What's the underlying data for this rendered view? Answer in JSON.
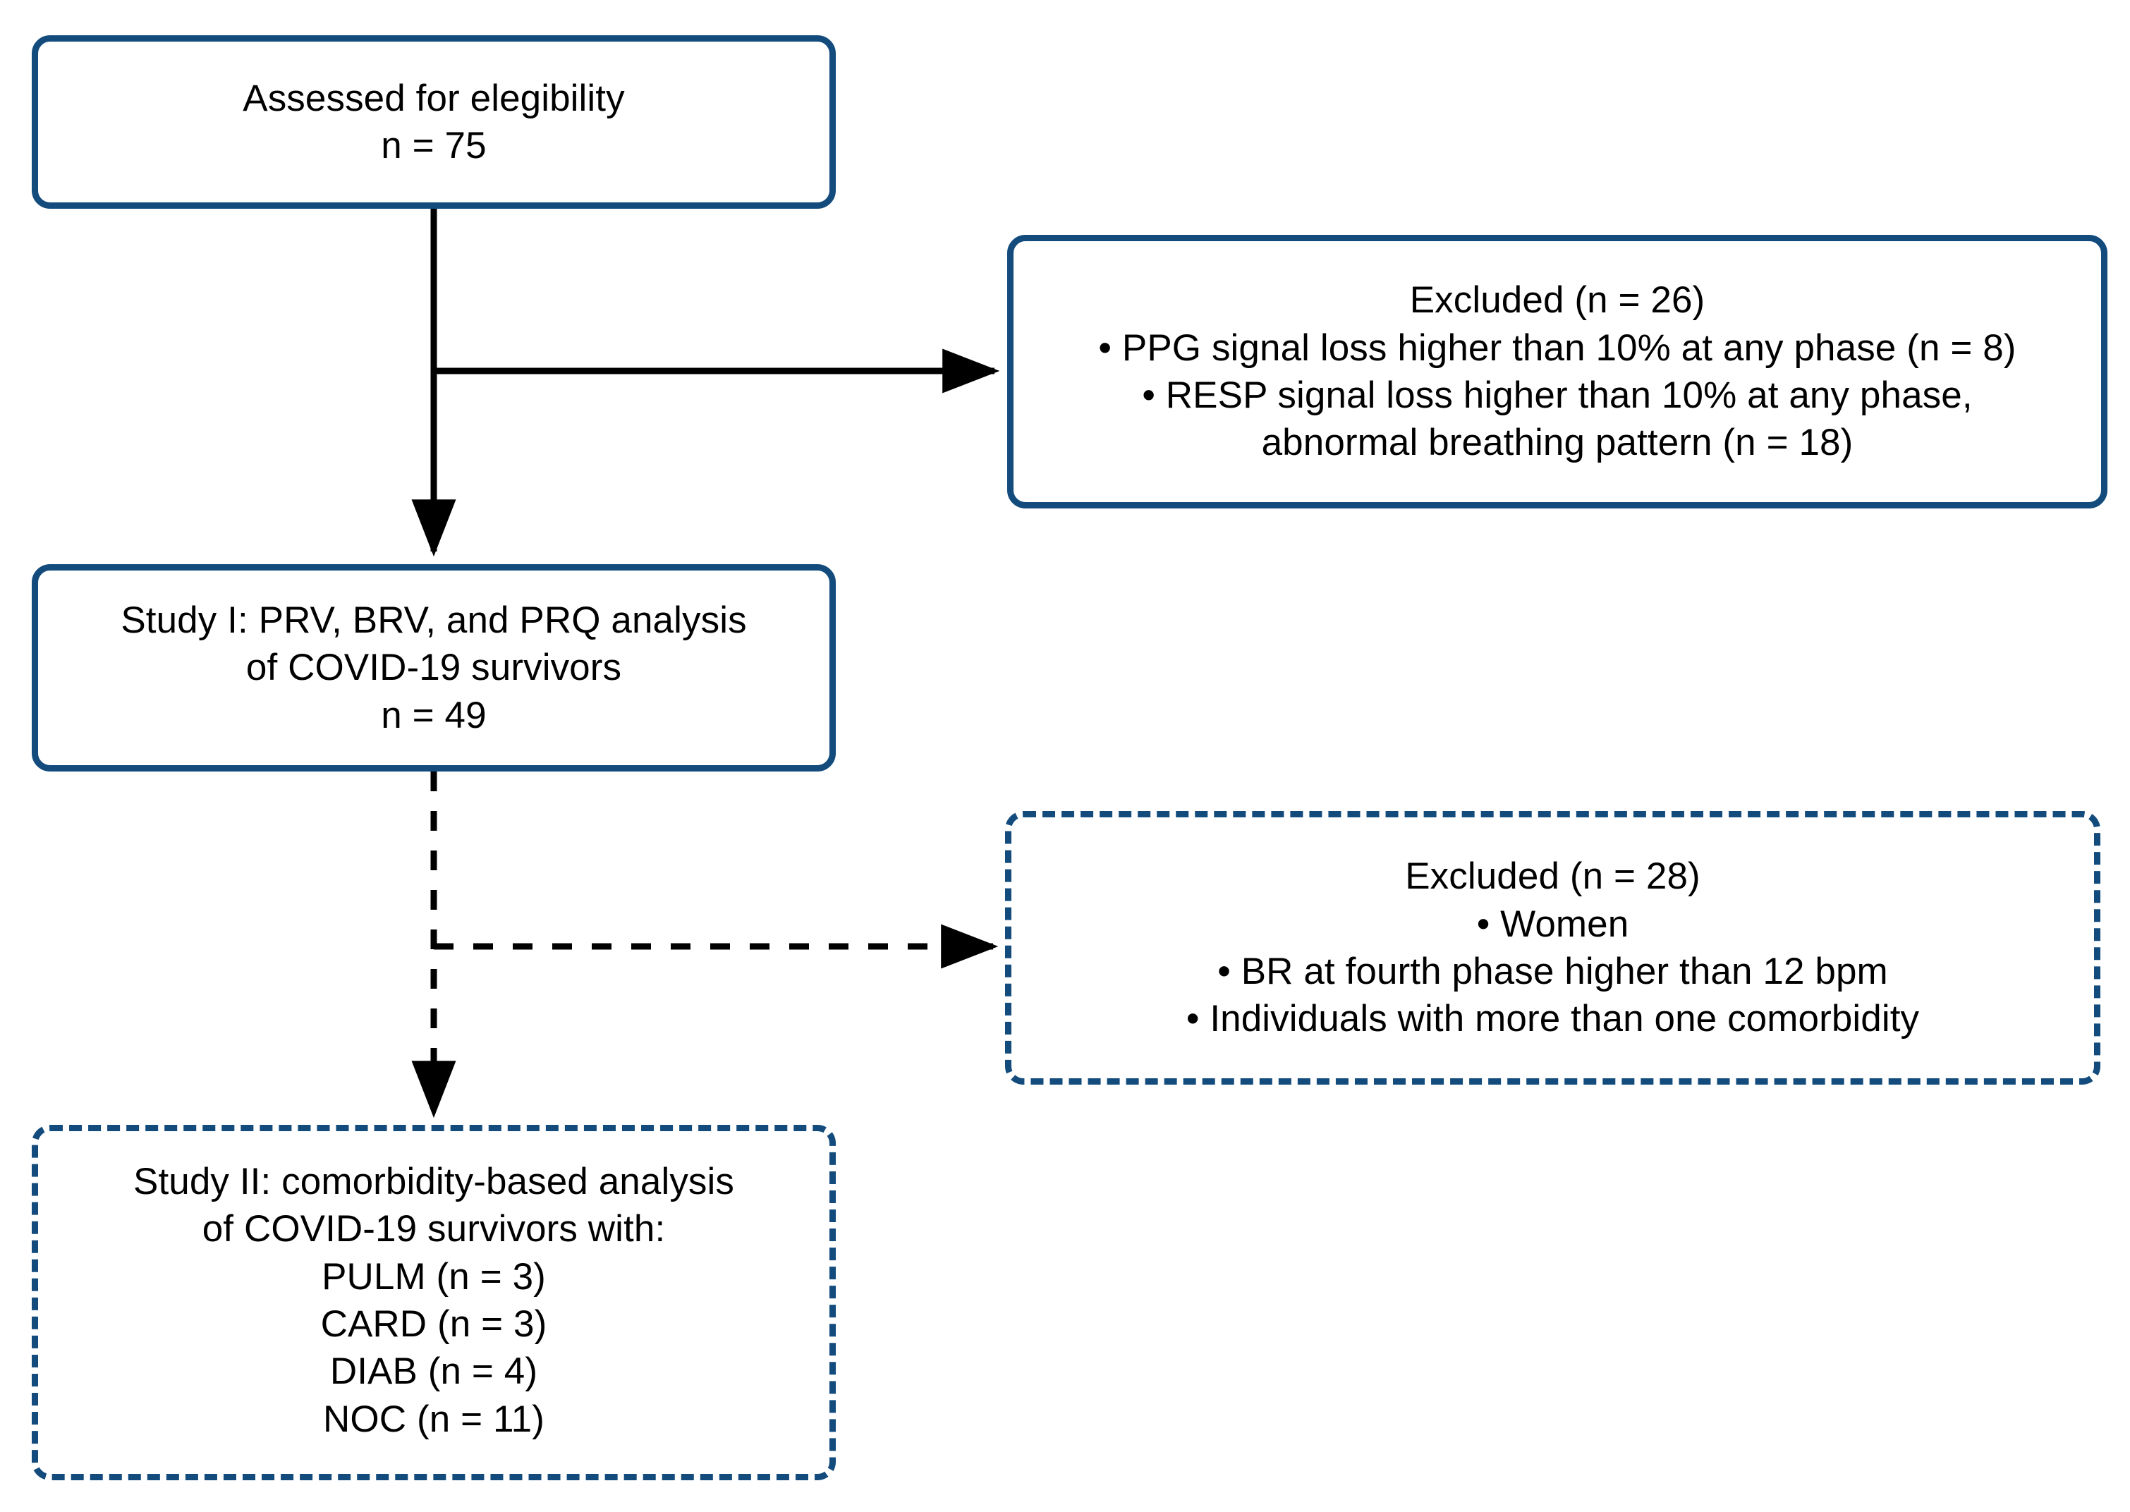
{
  "diagram": {
    "type": "flowchart",
    "title": "Study participant flow diagram",
    "colors": {
      "box_border": "#124b7c",
      "box_fill": "#ffffff",
      "connector": "#000000",
      "text": "#000000"
    },
    "nodes": [
      {
        "id": "assessed",
        "name": "assessed-for-eligibility-box",
        "style": "solid",
        "lines": [
          "Assessed for elegibility",
          "n = 75"
        ],
        "text": "Assessed for elegibility\nn = 75",
        "n": 75
      },
      {
        "id": "excluded_1",
        "name": "excluded-26-box",
        "style": "solid",
        "lines": [
          "Excluded (n = 26)",
          "• PPG signal loss higher than 10% at any phase (n = 8)",
          "• RESP signal loss higher than 10% at any phase,",
          "abnormal breathing pattern (n = 18)"
        ],
        "text": "Excluded (n = 26)\n• PPG signal loss higher than 10% at any phase (n = 8)\n• RESP signal loss higher than 10% at any phase,\nabnormal breathing pattern (n = 18)",
        "n": 26
      },
      {
        "id": "study_1",
        "name": "study-i-box",
        "style": "solid",
        "lines": [
          "Study I: PRV, BRV, and PRQ analysis",
          "of COVID-19 survivors",
          "n = 49"
        ],
        "text": "Study I: PRV, BRV, and PRQ analysis\nof COVID-19 survivors\nn = 49",
        "n": 49
      },
      {
        "id": "excluded_2",
        "name": "excluded-28-box",
        "style": "dashed",
        "lines": [
          "Excluded (n = 28)",
          "• Women",
          "• BR at fourth phase higher than 12 bpm",
          "• Individuals with more than one comorbidity"
        ],
        "text": "Excluded (n = 28)\n• Women\n• BR at fourth phase higher than 12 bpm\n• Individuals with more than one comorbidity",
        "n": 28
      },
      {
        "id": "study_2",
        "name": "study-ii-box",
        "style": "dashed",
        "lines": [
          "Study II: comorbidity-based analysis",
          "of COVID-19 survivors with:",
          "PULM (n = 3)",
          "CARD (n = 3)",
          "DIAB (n = 4)",
          "NOC (n = 11)"
        ],
        "text": "Study II: comorbidity-based analysis\nof COVID-19 survivors with:\nPULM (n = 3)\nCARD (n = 3)\nDIAB (n = 4)\nNOC (n = 11)",
        "groups": [
          {
            "label": "PULM",
            "n": 3
          },
          {
            "label": "CARD",
            "n": 3
          },
          {
            "label": "DIAB",
            "n": 4
          },
          {
            "label": "NOC",
            "n": 11
          }
        ]
      }
    ],
    "connectors": [
      {
        "id": "c1",
        "name": "connector-assessed-to-study1",
        "from": "assessed",
        "to": "study_1",
        "style": "solid",
        "arrow": true
      },
      {
        "id": "c2",
        "name": "connector-assessed-to-excluded1",
        "from": "assessed",
        "to": "excluded_1",
        "style": "solid",
        "arrow": true
      },
      {
        "id": "c3",
        "name": "connector-study1-to-study2",
        "from": "study_1",
        "to": "study_2",
        "style": "dashed",
        "arrow": true
      },
      {
        "id": "c4",
        "name": "connector-study1-to-excluded2",
        "from": "study_1",
        "to": "excluded_2",
        "style": "dashed",
        "arrow": true
      }
    ]
  }
}
